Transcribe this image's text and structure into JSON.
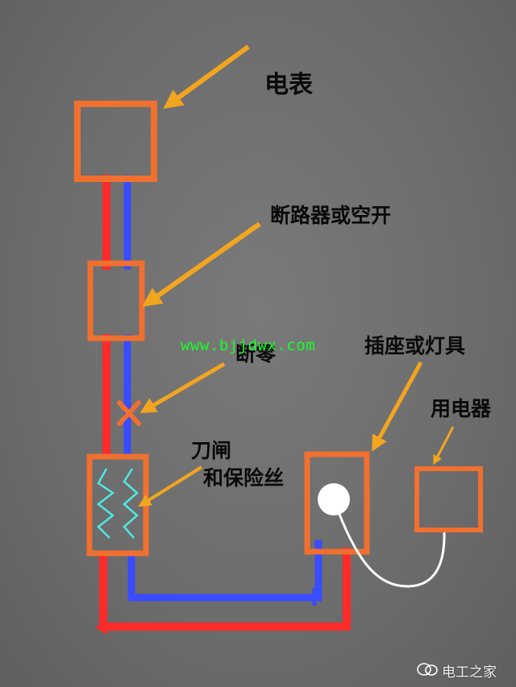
{
  "labels": {
    "meter": "电表",
    "breaker": "断路器或空开",
    "neutral_cut": "断零",
    "switch_line1": "刀闸",
    "switch_line2": "和保险丝",
    "socket": "插座或灯具",
    "appliance": "用电器"
  },
  "watermark": {
    "url": "www.bjjdwx.com",
    "brand": "电工之家"
  },
  "colors": {
    "box": "#f07030",
    "live_wire": "#ff2a2a",
    "neutral_wire": "#3a4cff",
    "arrow": "#f2a51f",
    "fuse_coil": "#4fe8e0",
    "plug": "#ffffff",
    "background": "#6f6f6f"
  }
}
